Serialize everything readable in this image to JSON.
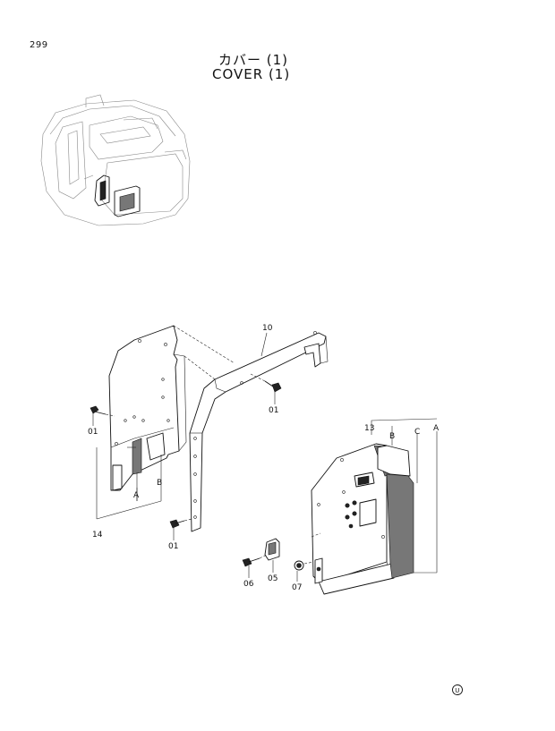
{
  "page_number": "299",
  "title_jp": "カバー (1)",
  "title_en": "COVER (1)",
  "labels": {
    "p01a": "01",
    "p01b": "01",
    "p01c": "01",
    "p05": "05",
    "p06": "06",
    "p07": "07",
    "p10": "10",
    "p13": "13",
    "p14": "14",
    "a_left": "A",
    "b_left": "B",
    "a_right": "A",
    "b_right": "B",
    "c_right": "C"
  },
  "footer_mark": "U"
}
